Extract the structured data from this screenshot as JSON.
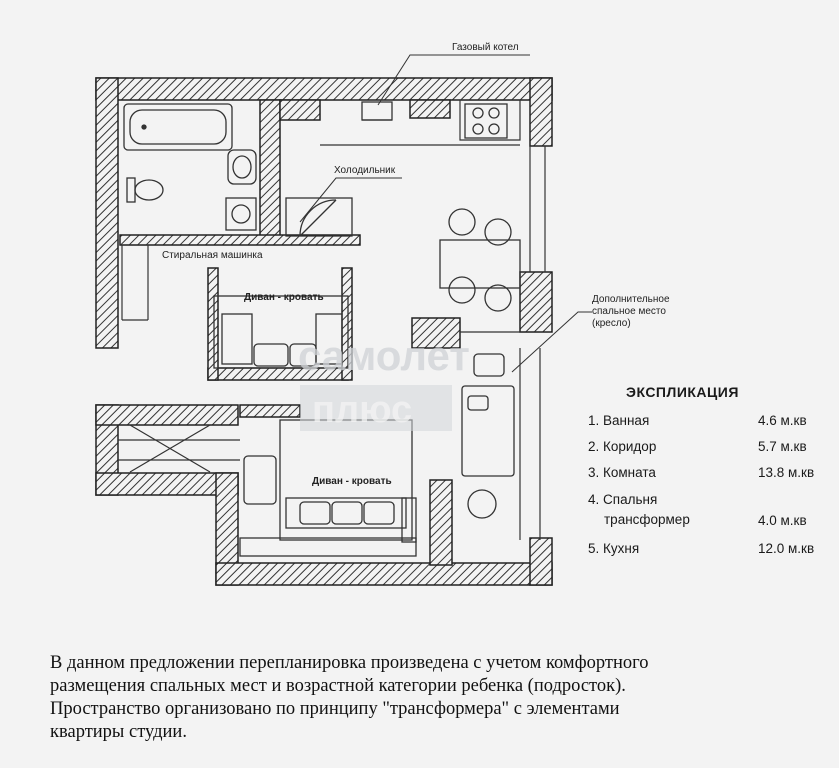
{
  "labels": {
    "gas_boiler": "Газовый котел",
    "fridge": "Холодильник",
    "washer": "Стиральная машинка",
    "sofa_bed_1": "Диван - кровать",
    "sofa_bed_2": "Диван - кровать",
    "extra_bed_line1": "Дополнительное",
    "extra_bed_line2": "спальное место",
    "extra_bed_line3": "(кресло)"
  },
  "watermark": {
    "line1": "самолет",
    "line2": "плюс"
  },
  "explication": {
    "title": "ЭКСПЛИКАЦИЯ",
    "rows": [
      {
        "name": "1. Ванная",
        "value": "4.6 м.кв"
      },
      {
        "name": "2. Коридор",
        "value": "5.7 м.кв"
      },
      {
        "name": "3. Комната",
        "value": "13.8 м.кв"
      },
      {
        "name": "4. Спальня",
        "name2": "трансформер",
        "value": "4.0 м.кв"
      },
      {
        "name": "5. Кухня",
        "value": "12.0 м.кв"
      }
    ]
  },
  "description": [
    "В данном предложении перепланировка произведена с учетом комфортного",
    "размещения спальных мест и возрастной категории ребенка (подросток).",
    "Пространство организовано по принципу \"трансформера\" с элементами",
    "квартиры студии."
  ]
}
